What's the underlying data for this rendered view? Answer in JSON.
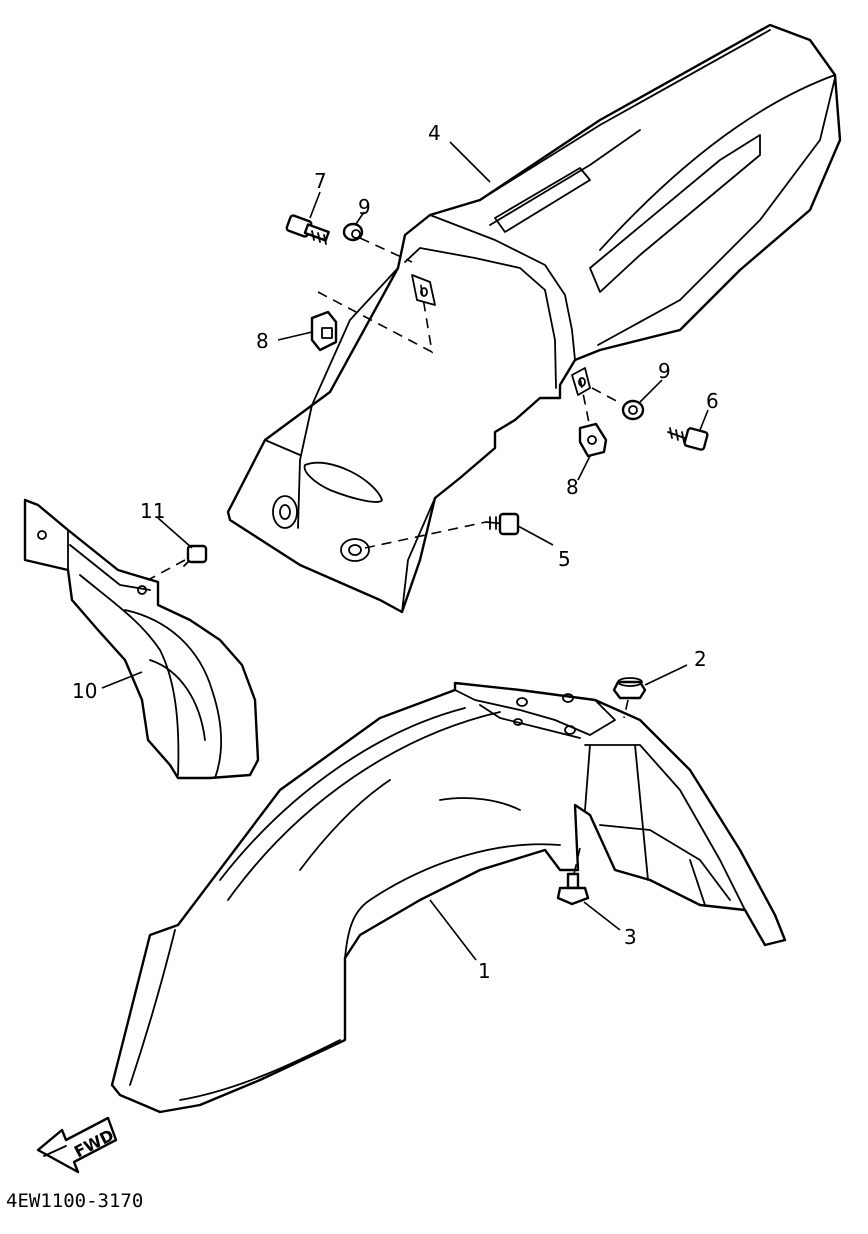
{
  "diagram": {
    "drawing_code": "4EW1100-3170",
    "direction_label": "FWD",
    "callouts": [
      {
        "id": "1",
        "text": "1"
      },
      {
        "id": "2",
        "text": "2"
      },
      {
        "id": "3",
        "text": "3"
      },
      {
        "id": "4",
        "text": "4"
      },
      {
        "id": "5",
        "text": "5"
      },
      {
        "id": "6",
        "text": "6"
      },
      {
        "id": "7",
        "text": "7"
      },
      {
        "id": "8a",
        "text": "8"
      },
      {
        "id": "8b",
        "text": "8"
      },
      {
        "id": "9a",
        "text": "9"
      },
      {
        "id": "9b",
        "text": "9"
      },
      {
        "id": "10",
        "text": "10"
      },
      {
        "id": "11",
        "text": "11"
      }
    ]
  }
}
